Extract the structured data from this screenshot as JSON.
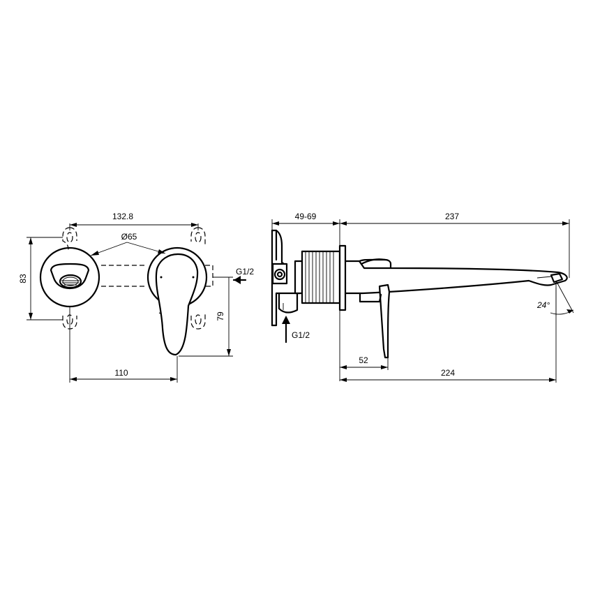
{
  "dimensions": {
    "width_spacing": "132.8",
    "rosette_diameter": "Ø65",
    "total_height": "83",
    "inlet_left": "G1/2",
    "lever_height": "79",
    "outlet_spacing": "110",
    "wall_depth": "49-69",
    "spout_length": "237",
    "inlet_bottom": "G1/2",
    "lever_offset": "52",
    "projection": "224",
    "spout_angle": "24°"
  }
}
